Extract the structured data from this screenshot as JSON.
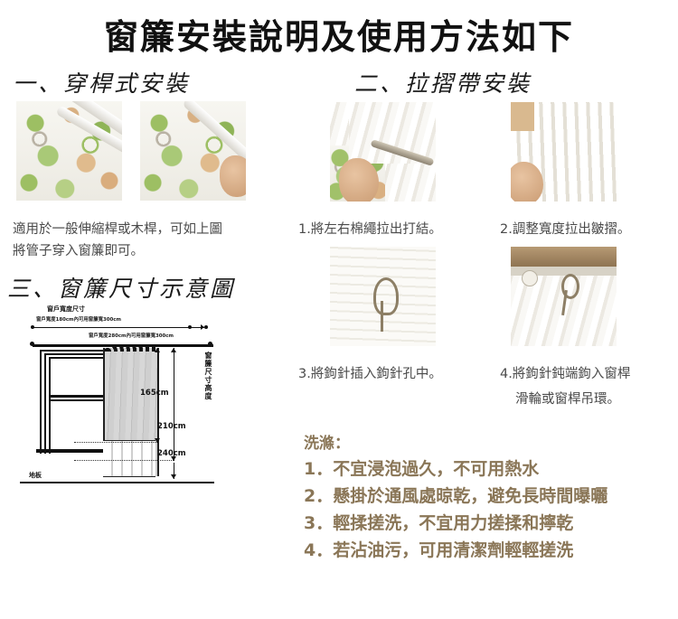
{
  "title": "窗簾安裝說明及使用方法如下",
  "sections": {
    "one": {
      "heading": "一、穿桿式安裝",
      "caption_line1": "適用於一般伸縮桿或木桿，可如上圖",
      "caption_line2": "將管子穿入窗簾即可。"
    },
    "two": {
      "heading": "二、拉摺帶安裝",
      "step1": "1.將左右棉繩拉出打結。",
      "step2": "2.調整寬度拉出皺摺。",
      "step3": "3.將鉤針插入鉤針孔中。",
      "step4_line1": "4.將鉤針鈍端鉤入窗桿",
      "step4_line2": "滑輪或窗桿吊環。"
    },
    "three": {
      "heading": "三、窗簾尺寸示意圖"
    }
  },
  "diagram": {
    "title_label": "窗戶寬度尺寸",
    "note_top": "窗戶寬度180cm內可用窗簾寬300cm",
    "note_second": "窗戶寬度280cm內可用窗簾寬300cm",
    "height_label": "窗簾尺寸高度",
    "measure_165": "165cm",
    "measure_210": "210cm",
    "measure_240": "240cm",
    "floor_label": "地板"
  },
  "wash": {
    "title": "洗滌：",
    "items": [
      "1．不宜浸泡過久，不可用熱水",
      "2．懸掛於通風處晾乾，避免長時間曝曬",
      "3．輕揉搓洗，不宜用力搓揉和擰乾",
      "4．若沾油污，可用清潔劑輕輕搓洗"
    ]
  },
  "colors": {
    "title_text": "#111111",
    "caption_text": "#4a4a4a",
    "wash_text": "#8a7657",
    "background": "#ffffff"
  }
}
